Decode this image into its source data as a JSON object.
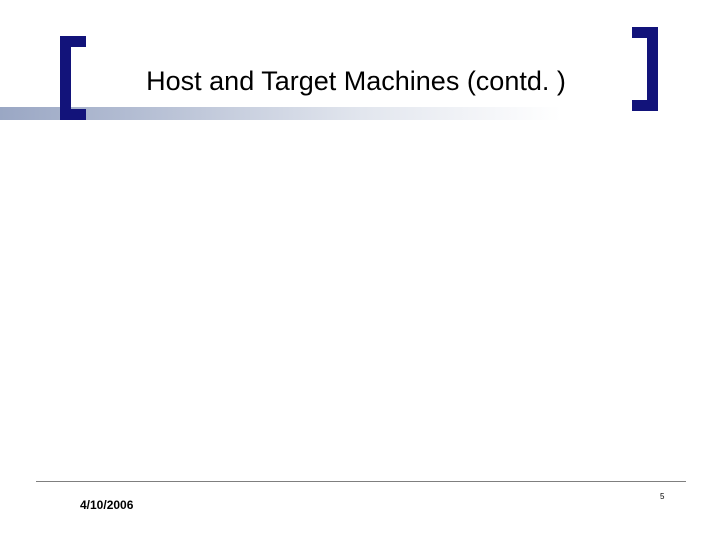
{
  "slide": {
    "title": "Host and Target Machines (contd. )",
    "body_items": [],
    "footer": {
      "date": "4/10/2006",
      "page_number": "5"
    },
    "colors": {
      "bracket": "#12137a",
      "rule_gradient_start": "#9aa7c4",
      "footer_rule": "#7f7f7f",
      "background": "#ffffff",
      "text": "#000000"
    }
  }
}
